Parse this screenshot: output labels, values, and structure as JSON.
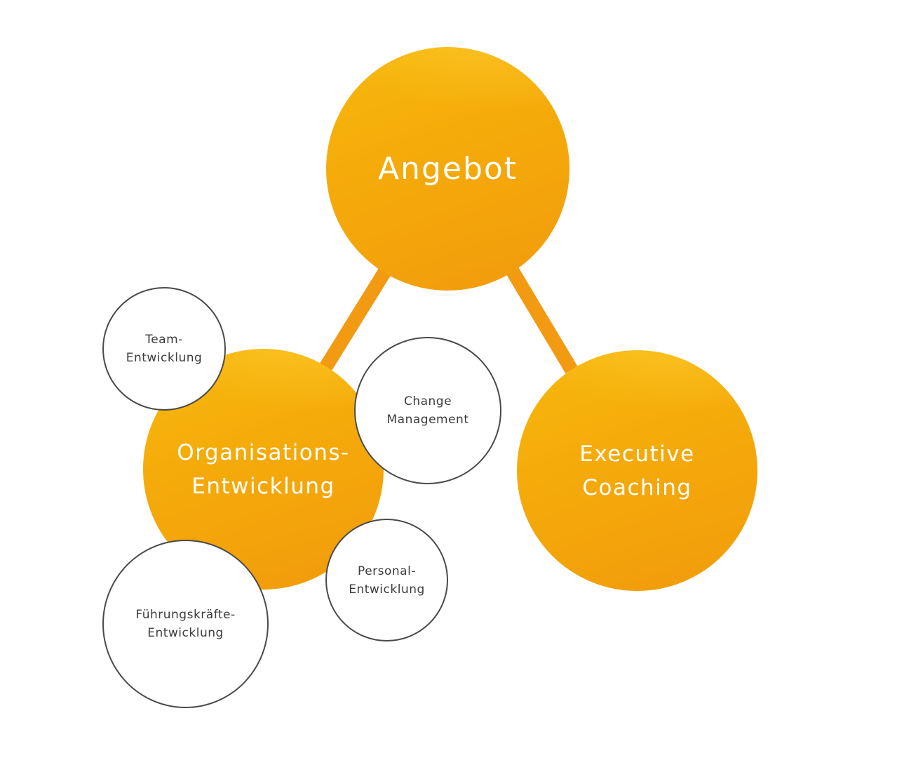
{
  "diagram": {
    "root": {
      "label": "Angebot"
    },
    "branches": [
      {
        "label_lines": [
          "Organisations-",
          "Entwicklung"
        ],
        "children": [
          {
            "label_lines": [
              "Team-",
              "Entwicklung"
            ]
          },
          {
            "label_lines": [
              "Change",
              "Management"
            ]
          },
          {
            "label_lines": [
              "Personal-",
              "Entwicklung"
            ]
          },
          {
            "label_lines": [
              "Führungskräfte-",
              "Entwicklung"
            ]
          }
        ]
      },
      {
        "label_lines": [
          "Executive",
          "Coaching"
        ],
        "children": []
      }
    ]
  },
  "colors": {
    "accent_orange": "#f4a70a",
    "connector_orange": "#f29a12",
    "outline_gray": "#4a4a4a",
    "sub_text": "#3c3c3c",
    "main_text": "#ffffff",
    "background": "#ffffff"
  }
}
